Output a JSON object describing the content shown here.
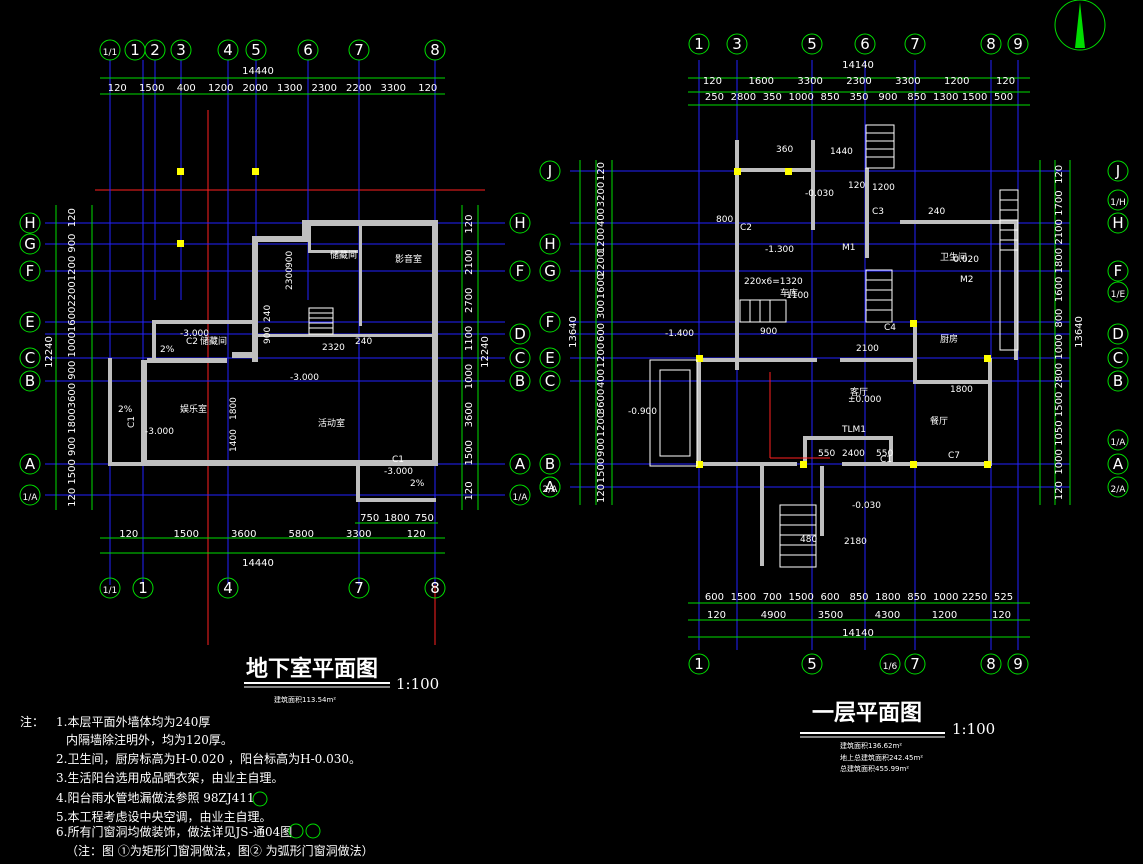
{
  "colors": {
    "background": "#000000",
    "grid": "#2222ff",
    "guide": "#ff2020",
    "dimension": "#00dd00",
    "wall": "#bfbfbf",
    "column": "#ffff00",
    "text": "#ffffff"
  },
  "basement": {
    "title": "地下室平面图",
    "scale": "1:100",
    "area": "建筑面积113.54m²",
    "top_axes": [
      "1/1",
      "1",
      "2",
      "3",
      "4",
      "5",
      "6",
      "7",
      "8"
    ],
    "bottom_axes": [
      "1/1",
      "1",
      "4",
      "7",
      "8"
    ],
    "left_axes": [
      "H",
      "G",
      "F",
      "E",
      "C",
      "B",
      "A",
      "1/A"
    ],
    "right_axes": [
      "H",
      "F",
      "D",
      "C",
      "B",
      "A",
      "1/A"
    ],
    "top_total": "14440",
    "top_dims": [
      "120",
      "1500",
      "400",
      "1200",
      "2000",
      "1300",
      "2300",
      "2200",
      "3300",
      "120"
    ],
    "bottom_total": "14440",
    "bottom_dims": [
      "120",
      "1500",
      "3600",
      "5800",
      "3300",
      "120"
    ],
    "bottom_sub_dims": [
      "750",
      "1800",
      "750"
    ],
    "left_total": "12240",
    "left_dims": [
      "120",
      "900",
      "1200",
      "2200",
      "1600",
      "1000",
      "900",
      "3600",
      "1800",
      "900",
      "1500",
      "120"
    ],
    "right_total": "12240",
    "right_dims": [
      "120",
      "2100",
      "2700",
      "1100",
      "1000",
      "3600",
      "1500",
      "120"
    ],
    "rooms": [
      "储藏间",
      "影音室",
      "娱乐室",
      "活动室",
      "储藏间"
    ],
    "labels": [
      "-3.000",
      "-3.000",
      "-3.000",
      "-3.000",
      "2%",
      "2%",
      "2%",
      "C1",
      "C1",
      "C2",
      "900",
      "240",
      "900",
      "2320",
      "240",
      "2300",
      "1800",
      "1400"
    ]
  },
  "ground": {
    "title": "一层平面图",
    "scale": "1:100",
    "area_lines": [
      "建筑面积136.62m²",
      "地上总建筑面积242.45m²",
      "总建筑面积455.99m²"
    ],
    "top_axes": [
      "1",
      "3",
      "5",
      "6",
      "7",
      "8",
      "9"
    ],
    "bottom_axes": [
      "1",
      "5",
      "1/6",
      "7",
      "8",
      "9"
    ],
    "left_axes": [
      "J",
      "H",
      "G",
      "F",
      "E",
      "C",
      "B",
      "A",
      "2/A"
    ],
    "right_axes": [
      "J",
      "1/H",
      "H",
      "F",
      "1/E",
      "D",
      "C",
      "B",
      "1/A",
      "A",
      "2/A"
    ],
    "top_total": "14140",
    "top_dims": [
      "120",
      "1600",
      "3300",
      "2300",
      "3300",
      "1200",
      "120"
    ],
    "top_sub_dims": [
      "250",
      "2800",
      "350",
      "1000",
      "850",
      "350",
      "900",
      "850",
      "1300",
      "1500",
      "500"
    ],
    "bottom_total": "14140",
    "bottom_dims": [
      "120",
      "4900",
      "3500",
      "4300",
      "1200",
      "120"
    ],
    "bottom_sub_dims": [
      "600",
      "1500",
      "700",
      "1500",
      "600",
      "850",
      "1800",
      "850",
      "1000",
      "2250",
      "525"
    ],
    "left_total": "13640",
    "left_dims": [
      "120",
      "3200",
      "400",
      "1200",
      "2200",
      "1600",
      "300",
      "600",
      "1200",
      "400",
      "3600",
      "1200",
      "900",
      "1500",
      "120"
    ],
    "right_total": "13640",
    "right_dims": [
      "120",
      "1700",
      "2100",
      "1800",
      "1600",
      "800",
      "1000",
      "2800",
      "1500",
      "1050",
      "1000",
      "120"
    ],
    "rooms": [
      "客厅",
      "餐厅",
      "车库",
      "厨房",
      "卫生间"
    ],
    "labels": [
      "±0.000",
      "-0.030",
      "-0.020",
      "-1.300",
      "-1.400",
      "-0.900",
      "-0.030",
      "TLM1",
      "M1",
      "M2",
      "C1",
      "C2",
      "C3",
      "C4",
      "C7",
      "220x6=1320",
      "1100",
      "1440",
      "1200",
      "1800",
      "2100",
      "2400",
      "2180",
      "550",
      "550",
      "480",
      "900",
      "800",
      "240",
      "120",
      "360"
    ]
  },
  "notes": {
    "heading": "注：",
    "items": [
      "1.本层平面外墙体均为240厚",
      "内隔墙除注明外，均为120厚。",
      "2.卫生间，厨房标高为H-0.020 ，阳台标高为H-0.030。",
      "3.生活阳台选用成品晒衣架，由业主自理。",
      "4.阳台雨水管地漏做法参照 98ZJ411",
      "5.本工程考虑设中央空调，由业主自理。",
      "6.所有门窗洞均做装饰，做法详见JS-通04图",
      "（注：图 ①为矩形门窗洞做法，图② 为弧形门窗洞做法）"
    ]
  }
}
